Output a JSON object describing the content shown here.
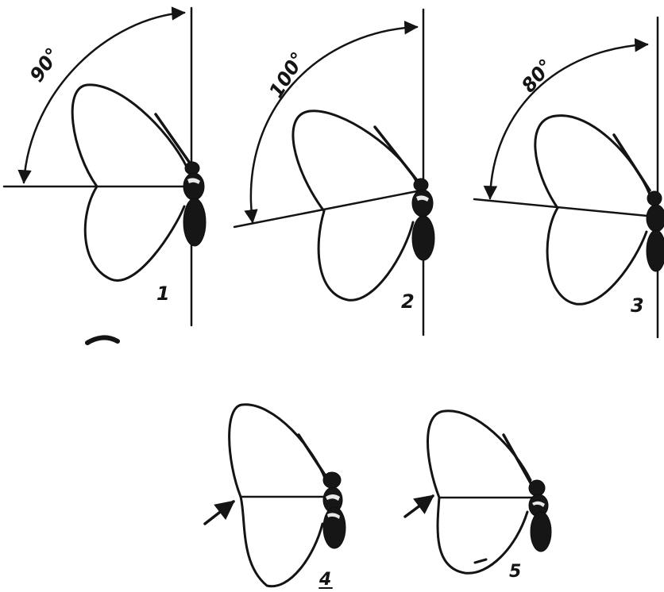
{
  "figures": [
    {
      "id": 1,
      "number_label": "1",
      "angle_label": "90°"
    },
    {
      "id": 2,
      "number_label": "2",
      "angle_label": "100°"
    },
    {
      "id": 3,
      "number_label": "3",
      "angle_label": "80°"
    },
    {
      "id": 4,
      "number_label": "4"
    },
    {
      "id": 5,
      "number_label": "5"
    }
  ]
}
